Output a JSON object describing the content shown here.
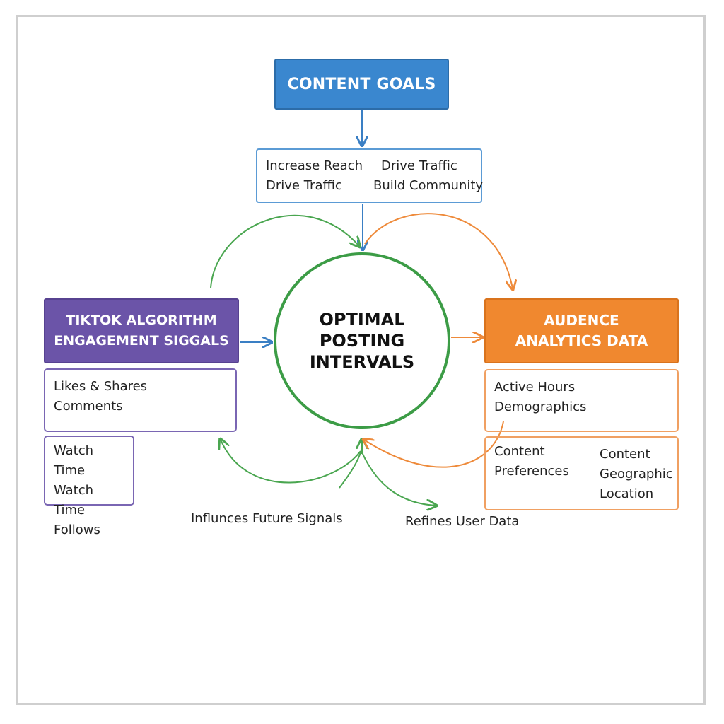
{
  "goals": {
    "title": "CONTENT GOALS",
    "items": [
      "Increase Reach",
      "Drive Traffic",
      "Drive Traffic",
      "Build Community"
    ]
  },
  "center": {
    "lines": [
      "OPTIMAL",
      "POSTING",
      "INTERVALS"
    ]
  },
  "tiktok": {
    "title_lines": [
      "TIKTOK ALGORITHM",
      "ENGAGEMENT SIGGALS"
    ],
    "list1": [
      "Likes & Shares",
      "Comments"
    ],
    "list2": [
      "Watch Time",
      "Watch Time",
      "Follows"
    ]
  },
  "audience": {
    "title_lines": [
      "AUDENCE",
      "ANALYTICS DATA"
    ],
    "list1": [
      "Active Hours",
      "Demographics"
    ],
    "list2_col1": [
      "Content",
      "Preferences"
    ],
    "list2_col2": [
      "Content",
      "Geographic",
      "Location"
    ]
  },
  "edge_labels": {
    "influences": "Influnces Future Signals",
    "refines": "Refines User Data"
  },
  "colors": {
    "blue": "#3a87cf",
    "green": "#3c9c46",
    "purple": "#6b54a8",
    "orange": "#f0882f"
  }
}
